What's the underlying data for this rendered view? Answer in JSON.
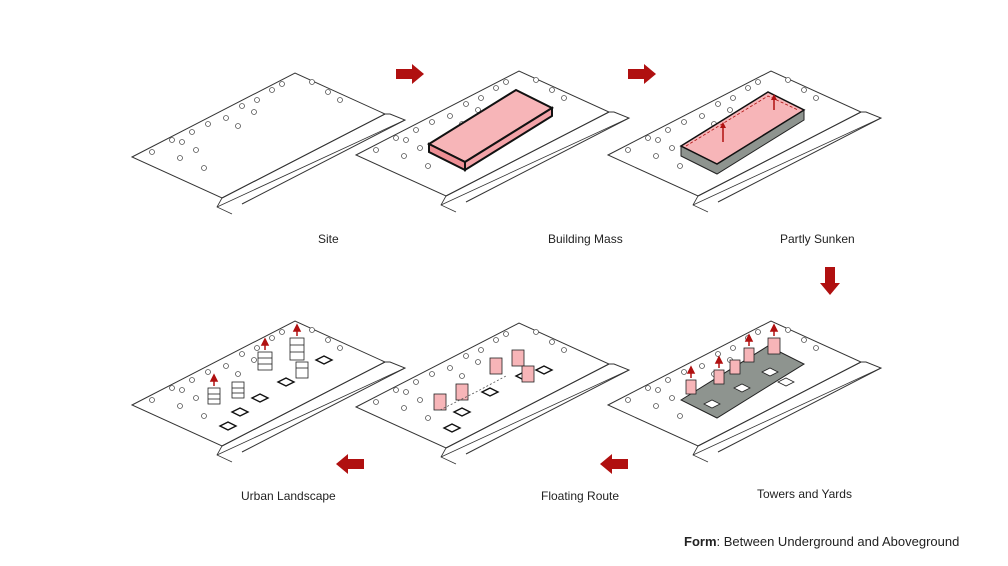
{
  "steps": [
    {
      "label": "Site"
    },
    {
      "label": "Building Mass"
    },
    {
      "label": "Partly Sunken"
    },
    {
      "label": "Towers and Yards"
    },
    {
      "label": "Floating Route"
    },
    {
      "label": "Urban Landscape"
    }
  ],
  "caption": {
    "bold": "Form",
    "text": ": Between Underground and Aboveground"
  },
  "colors": {
    "arrow": "#b01010",
    "mass_fill": "#f7b5b8",
    "mass_side": "#ee8f95",
    "sunken_base": "#8e948f",
    "line": "#333333"
  }
}
